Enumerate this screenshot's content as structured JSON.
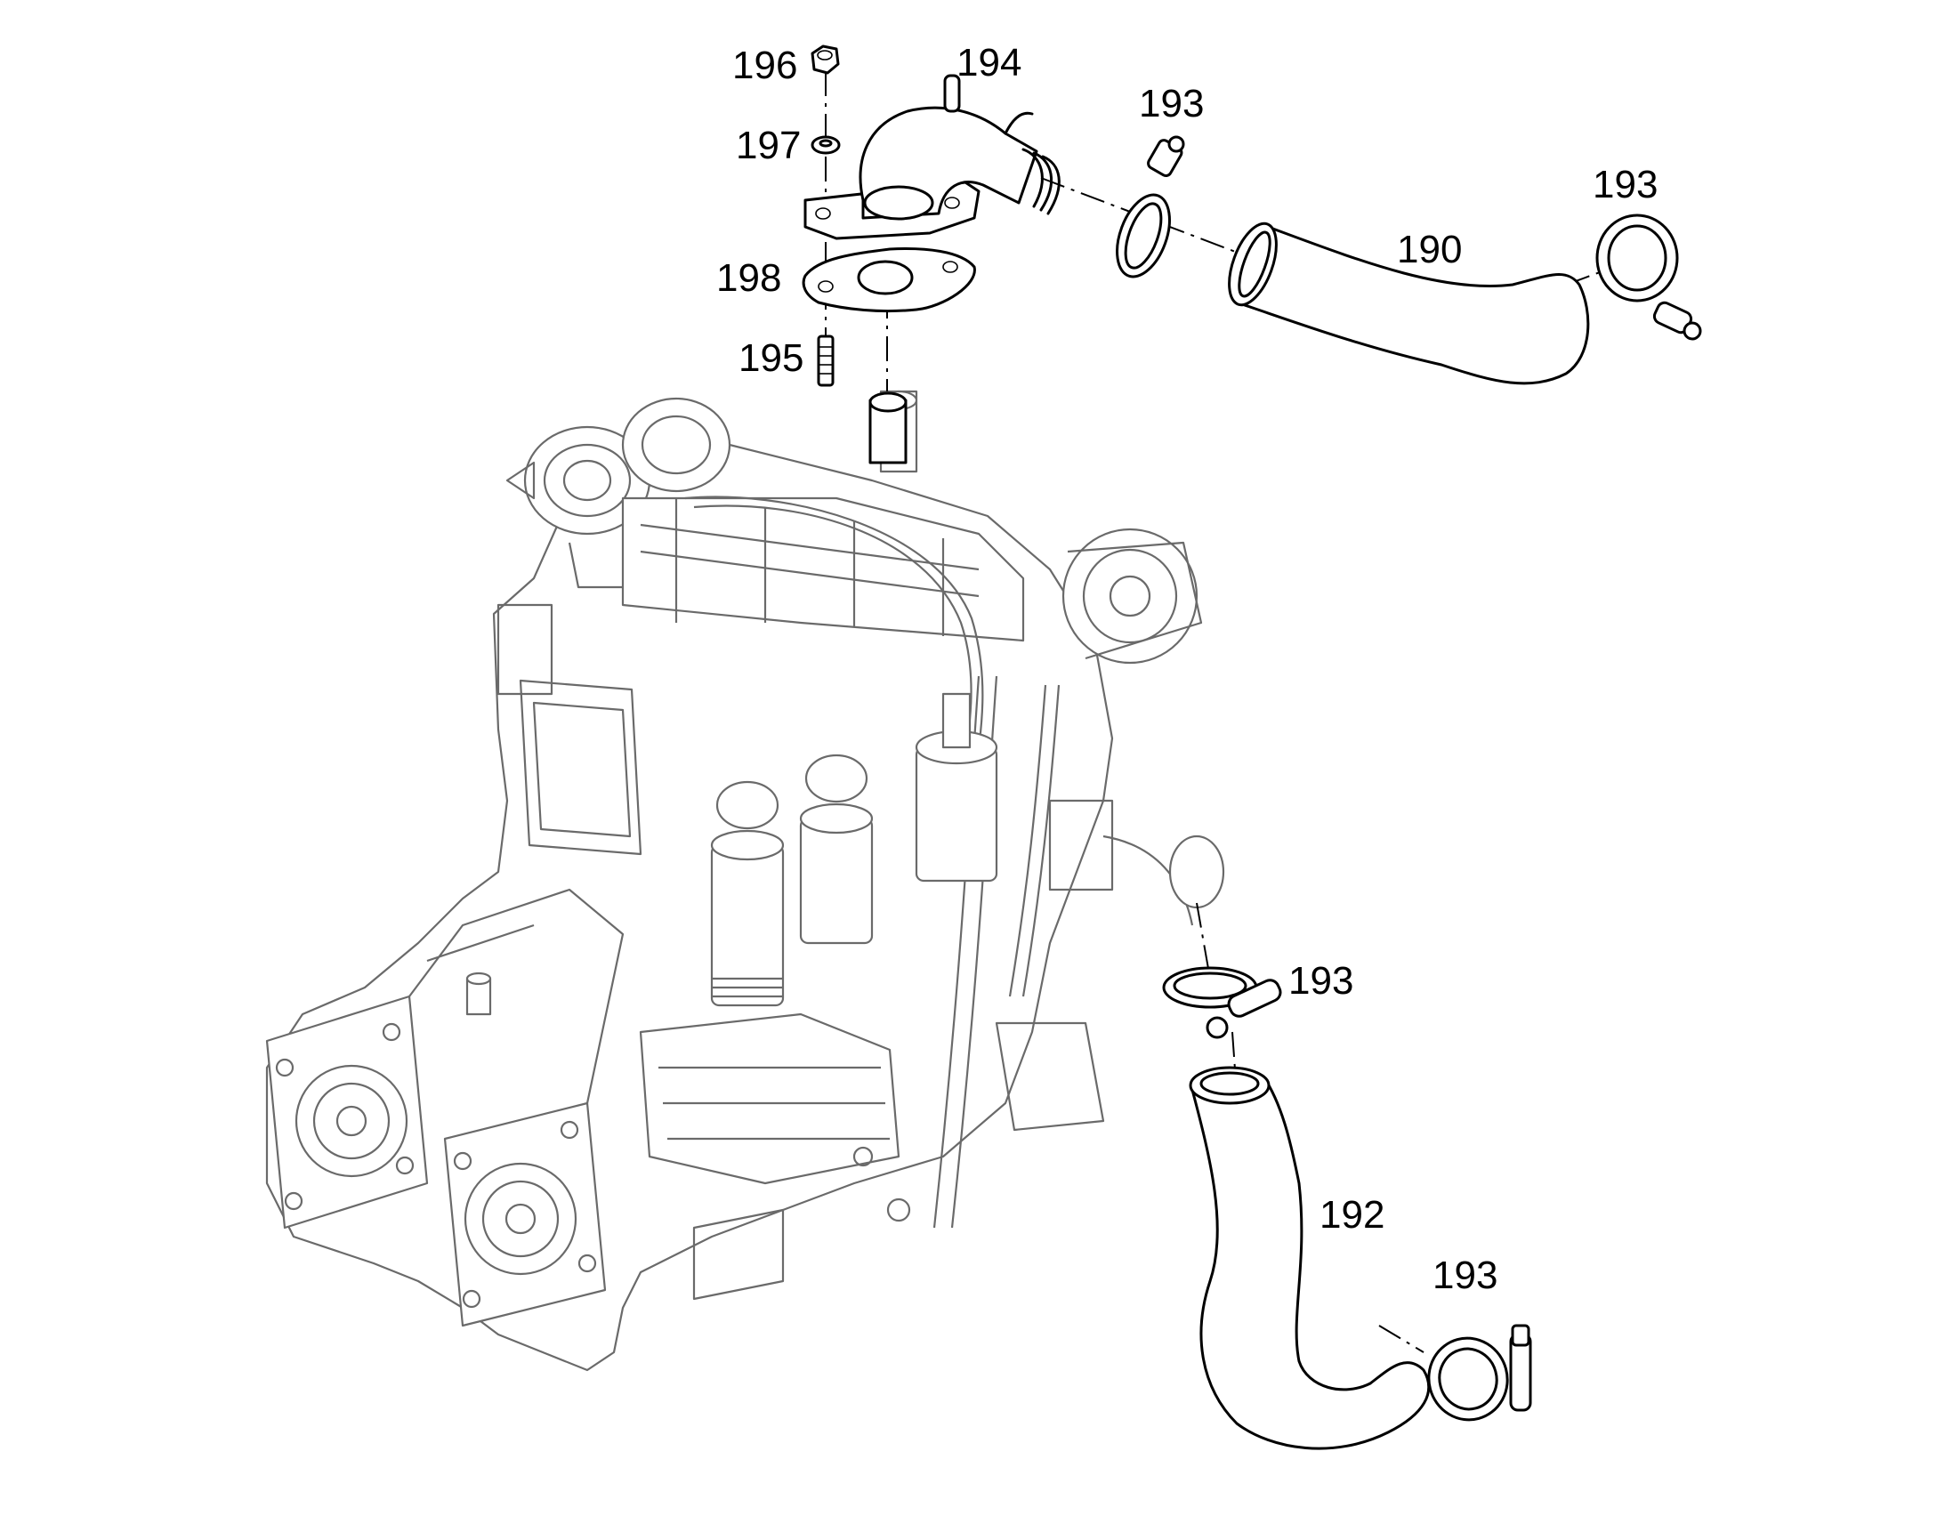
{
  "diagram": {
    "callouts": {
      "c190": "190",
      "c192": "192",
      "c193_a": "193",
      "c193_b": "193",
      "c193_c": "193",
      "c193_d": "193",
      "c194": "194",
      "c195": "195",
      "c196": "196",
      "c197": "197",
      "c198": "198"
    }
  }
}
